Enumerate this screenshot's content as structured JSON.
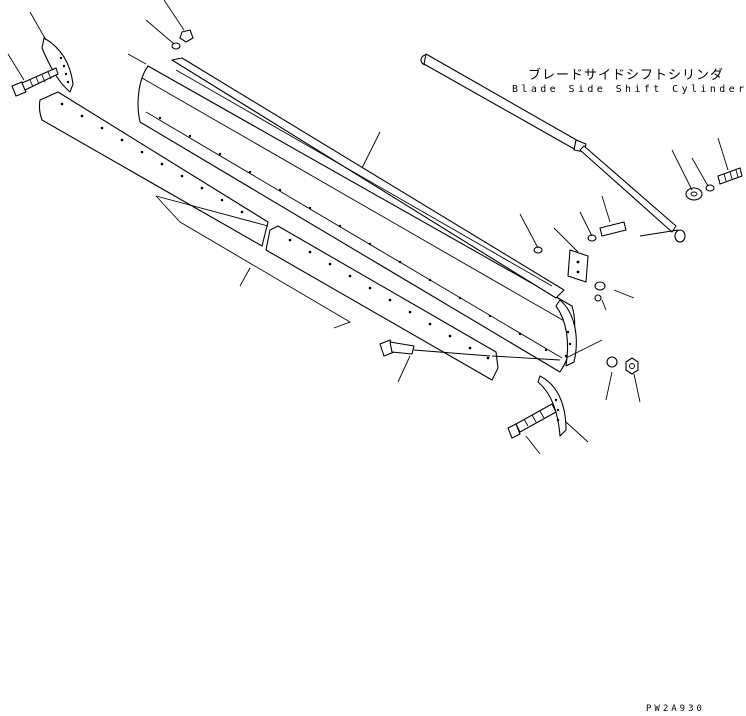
{
  "labels": {
    "cylinder_jp": "ブレードサイドシフトシリンダ",
    "cylinder_en": "Blade Side Shift Cylinder",
    "drawing_code": "PW2A930"
  },
  "colors": {
    "line": "#000000",
    "background": "#ffffff"
  }
}
